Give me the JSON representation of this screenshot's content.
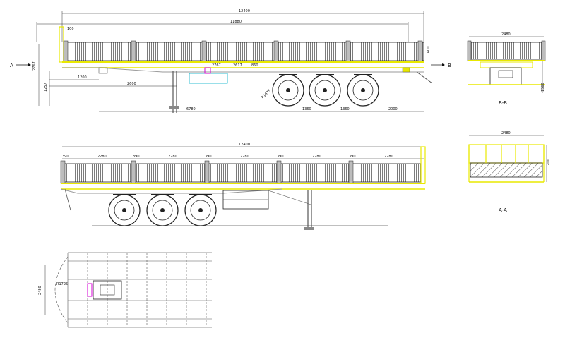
{
  "views": {
    "side_b": {
      "dims_top": {
        "overall": "12400",
        "deck": "11880",
        "front": "100",
        "side_h": "600"
      },
      "dims_left": {
        "height": "2767",
        "kingpin": "1257"
      },
      "dims_bottom": {
        "d1": "1200",
        "d2": "2600",
        "d3": "6780",
        "d4": "1360",
        "d5": "1360",
        "d6": "2000"
      },
      "kingpin_r": "R1675",
      "small": [
        "2767",
        "2617",
        "860"
      ]
    },
    "side_a": {
      "overall": "12400",
      "spacings": [
        "390",
        "2280",
        "390",
        "2280",
        "390",
        "2280",
        "390",
        "2280",
        "390",
        "2280"
      ]
    },
    "section_bb": {
      "width": "2480",
      "height": "1560",
      "title": "B-B"
    },
    "section_aa": {
      "width": "2480",
      "height": "1200",
      "title": "A-A"
    },
    "plan": {
      "width": "2480",
      "radius": "R1725"
    },
    "markers": {
      "a_left": "A",
      "b_right": "B"
    }
  },
  "colors": {
    "line": "#1a1a1a",
    "yellow": "#e8e800",
    "gray": "#9a9a9a",
    "magenta": "#d400d4",
    "cyan": "#00b0c8"
  }
}
